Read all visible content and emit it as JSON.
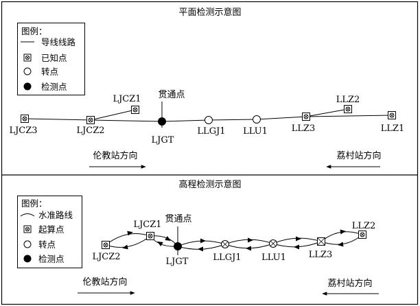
{
  "top": {
    "title": "平面检测示意图",
    "legend": {
      "heading": "图例：",
      "items": [
        {
          "symbol": "line",
          "label": "导线线路"
        },
        {
          "symbol": "known",
          "label": "已知点"
        },
        {
          "symbol": "turn",
          "label": "转点"
        },
        {
          "symbol": "check",
          "label": "检测点"
        }
      ]
    },
    "breakthrough_label": "贯通点",
    "points": [
      {
        "id": "ljcz3",
        "name": "LJCZ3",
        "kind": "known"
      },
      {
        "id": "ljcz2",
        "name": "LJCZ2",
        "kind": "known"
      },
      {
        "id": "ljcz1",
        "name": "LJCZ1",
        "kind": "known"
      },
      {
        "id": "ljgt",
        "name": "LJGT",
        "kind": "check"
      },
      {
        "id": "llgj1",
        "name": "LLGJ1",
        "kind": "turn"
      },
      {
        "id": "llu1",
        "name": "LLU1",
        "kind": "turn"
      },
      {
        "id": "llz3",
        "name": "LLZ3",
        "kind": "known"
      },
      {
        "id": "llz2",
        "name": "LLZ2",
        "kind": "known"
      },
      {
        "id": "llz1",
        "name": "LLZ1",
        "kind": "known"
      }
    ],
    "direction_left": "伦教站方向",
    "direction_right": "荔村站方向"
  },
  "bottom": {
    "title": "高程检测示意图",
    "legend": {
      "heading": "图例：",
      "items": [
        {
          "symbol": "arc",
          "label": "水准路线"
        },
        {
          "symbol": "known",
          "label": "起算点"
        },
        {
          "symbol": "turn",
          "label": "转点"
        },
        {
          "symbol": "check",
          "label": "检测点"
        }
      ]
    },
    "breakthrough_label": "贯通点",
    "points": [
      {
        "id": "ljcz2",
        "name": "LJCZ2",
        "kind": "known"
      },
      {
        "id": "ljcz1",
        "name": "LJCZ1",
        "kind": "known"
      },
      {
        "id": "ljgt",
        "name": "LJGT",
        "kind": "check"
      },
      {
        "id": "llgj1",
        "name": "LLGJ1",
        "kind": "turn"
      },
      {
        "id": "llu1",
        "name": "LLU1",
        "kind": "turn"
      },
      {
        "id": "llz3",
        "name": "LLZ3",
        "kind": "known"
      },
      {
        "id": "llz2",
        "name": "LLZ2",
        "kind": "known"
      }
    ],
    "direction_left": "伦教站方向",
    "direction_right": "荔村站方向"
  }
}
